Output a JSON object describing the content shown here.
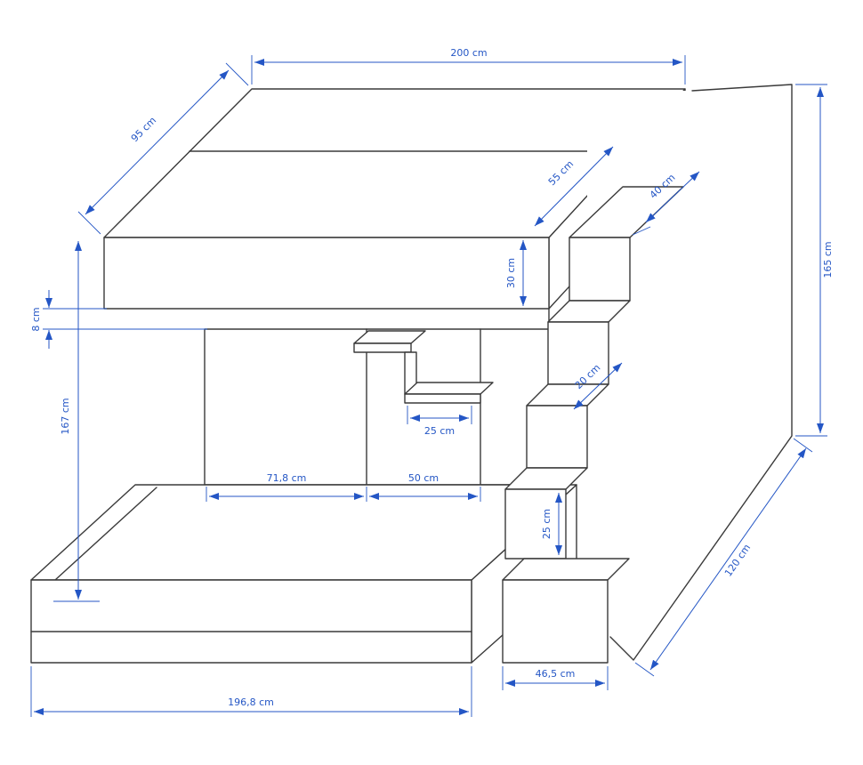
{
  "diagram": {
    "type": "technical-drawing",
    "subject": "bunk-bed-with-storage-stairs",
    "colors": {
      "outline": "#3a3a3a",
      "dimension": "#2456c5",
      "background": "#ffffff"
    },
    "labels": {
      "top_width": "200 cm",
      "top_depth": "95 cm",
      "mattress_depth": "55 cm",
      "upper_frame_height": "30 cm",
      "ledge_height": "8 cm",
      "clearance_height": "167 cm",
      "desk_width": "71,8 cm",
      "wardrobe_width": "50 cm",
      "step_shelf_width": "25 cm",
      "stair_landing_depth": "40 cm",
      "stair_tread_depth": "20 cm",
      "stair_riser_height": "25 cm",
      "side_panel_height": "165 cm",
      "side_panel_depth": "120 cm",
      "stair_width": "46,5 cm",
      "bed_length": "196,8 cm"
    }
  }
}
